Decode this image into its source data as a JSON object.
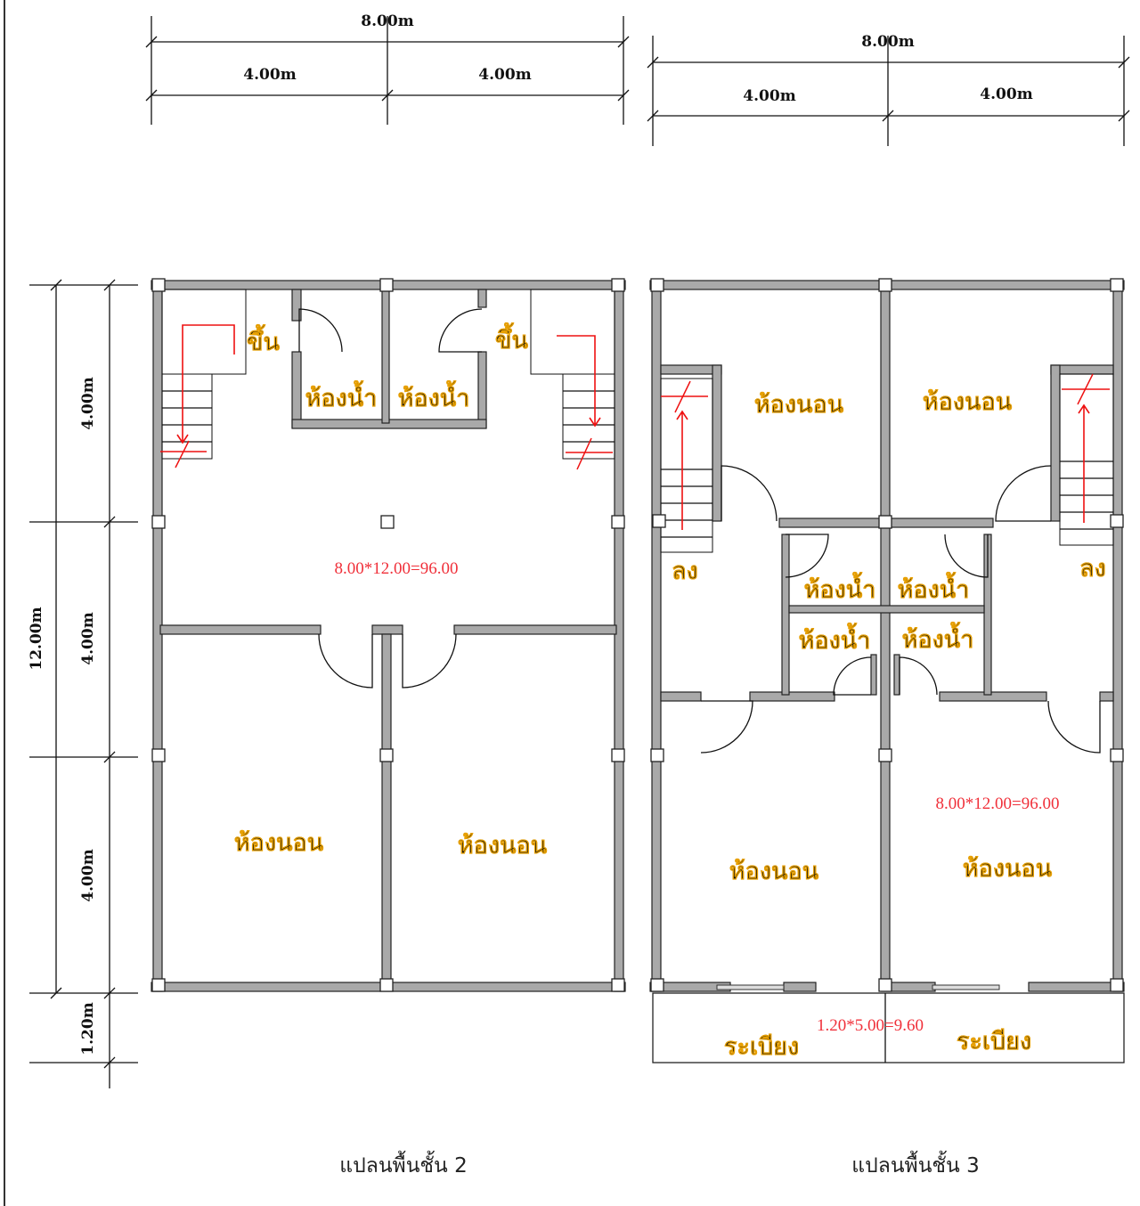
{
  "colors": {
    "wall": "#a9a9a9",
    "arrow": "#ee1111",
    "area_text": "#f0303a"
  },
  "floor2": {
    "caption": "แปลนพื้นชั้น 2",
    "dim_total_width": "8.00m",
    "dim_half_left": "4.00m",
    "dim_half_right": "4.00m",
    "dim_total_depth": "12.00m",
    "dim_bay_1": "4.00m",
    "dim_bay_2": "4.00m",
    "dim_bay_3": "4.00m",
    "dim_balcony": "1.20m",
    "stair_left_label": "ขึ้น",
    "stair_right_label": "ขึ้น",
    "bath_left": "ห้องน้ำ",
    "bath_right": "ห้องน้ำ",
    "area": "8.00*12.00=96.00",
    "bed_left": "ห้องนอน",
    "bed_right": "ห้องนอน"
  },
  "floor3": {
    "caption": "แปลนพื้นชั้น 3",
    "dim_total_width": "8.00m",
    "dim_half_left": "4.00m",
    "dim_half_right": "4.00m",
    "bed_top_left": "ห้องนอน",
    "bed_top_right": "ห้องนอน",
    "stair_left_label": "ลง",
    "stair_right_label": "ลง",
    "bath_1": "ห้องน้ำ",
    "bath_2": "ห้องน้ำ",
    "bath_3": "ห้องน้ำ",
    "bath_4": "ห้องน้ำ",
    "area": "8.00*12.00=96.00",
    "bed_bottom_left": "ห้องนอน",
    "bed_bottom_right": "ห้องนอน",
    "balcony_area": "1.20*5.00=9.60",
    "balcony_left": "ระเบียง",
    "balcony_right": "ระเบียง"
  }
}
